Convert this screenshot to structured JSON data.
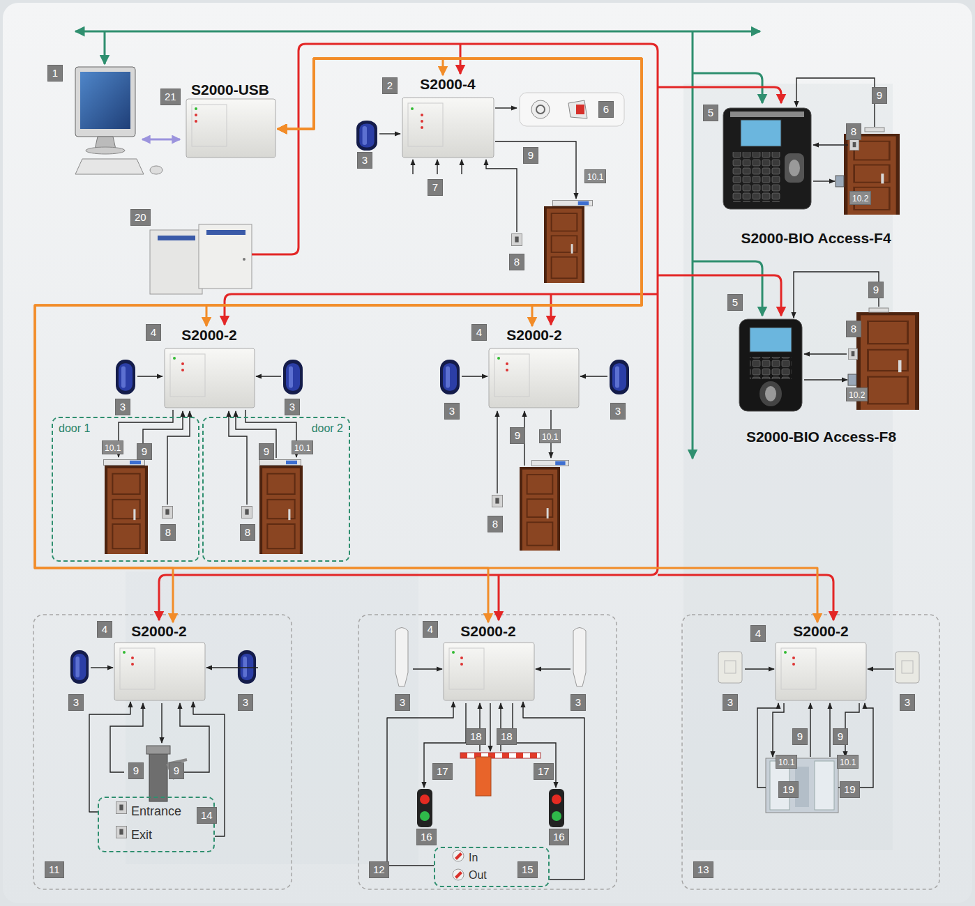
{
  "diagram": {
    "nodes": [
      {
        "text": [
          "S2000-USB"
        ]
      },
      {
        "text": [
          "S2000-4"
        ]
      },
      {
        "text": [
          "S2000-BIO Access-F4"
        ]
      },
      {
        "text": [
          "S2000-BIO Access-F8"
        ]
      },
      {
        "text": [
          "S2000-2"
        ]
      },
      {
        "text": [
          "door 1"
        ]
      },
      {
        "text": [
          "door 2"
        ]
      },
      {
        "text": [
          "S2000-2"
        ]
      },
      {
        "text": [
          "S2000-2"
        ]
      },
      {
        "text": [
          "Entrance",
          "Exit"
        ]
      },
      {
        "text": [
          "S2000-2"
        ]
      },
      {
        "text": [
          "In",
          "Out"
        ]
      },
      {
        "text": [
          "S2000-2"
        ]
      }
    ],
    "edges": [
      {
        "from": 0,
        "to": 1,
        "arrow": "both"
      },
      {
        "from": 0,
        "to": 4,
        "arrow": "both"
      },
      {
        "from": 0,
        "to": 7,
        "arrow": "both"
      },
      {
        "from": 0,
        "to": 8,
        "arrow": "both"
      },
      {
        "from": 0,
        "to": 10,
        "arrow": "both"
      },
      {
        "from": 0,
        "to": 12,
        "arrow": "both"
      },
      {
        "from": 9,
        "to": 8,
        "arrow": "to"
      },
      {
        "from": 9,
        "to": 8,
        "arrow": "to"
      },
      {
        "from": 11,
        "to": 10,
        "arrow": "to"
      },
      {
        "from": 11,
        "to": 10,
        "arrow": "to"
      }
    ],
    "labels": [
      "1",
      "21",
      "2",
      "6",
      "3",
      "7",
      "9",
      "10.1",
      "8",
      "20",
      "5",
      "9",
      "8",
      "10.2",
      "5",
      "9",
      "8",
      "10.2",
      "4",
      "3",
      "3",
      "10.1",
      "9",
      "9",
      "10.1",
      "8",
      "8",
      "4",
      "3",
      "3",
      "9",
      "10.1",
      "8",
      "4",
      "3",
      "3",
      "9",
      "9",
      "14",
      "11",
      "4",
      "3",
      "3",
      "18",
      "18",
      "17",
      "17",
      "16",
      "16",
      "12",
      "15",
      "4",
      "3",
      "3",
      "9",
      "9",
      "10.1",
      "10.1",
      "19",
      "19",
      "13"
    ]
  }
}
